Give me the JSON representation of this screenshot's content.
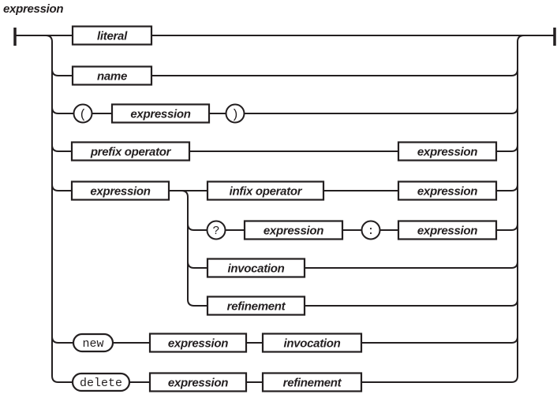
{
  "title": "expression",
  "colors": {
    "ink": "#231f20",
    "background": "#ffffff"
  },
  "nodes": {
    "literal": "literal",
    "name": "name",
    "lparen": "(",
    "grouped_expression": "expression",
    "rparen": ")",
    "prefix_operator": "prefix operator",
    "prefix_operand": "expression",
    "left_operand": "expression",
    "infix_operator": "infix operator",
    "infix_right_operand": "expression",
    "question_mark": "?",
    "ternary_then": "expression",
    "colon": ":",
    "ternary_else": "expression",
    "invocation": "invocation",
    "refinement": "refinement",
    "new_keyword": "new",
    "new_expression": "expression",
    "new_invocation": "invocation",
    "delete_keyword": "delete",
    "delete_expression": "expression",
    "delete_refinement": "refinement"
  }
}
